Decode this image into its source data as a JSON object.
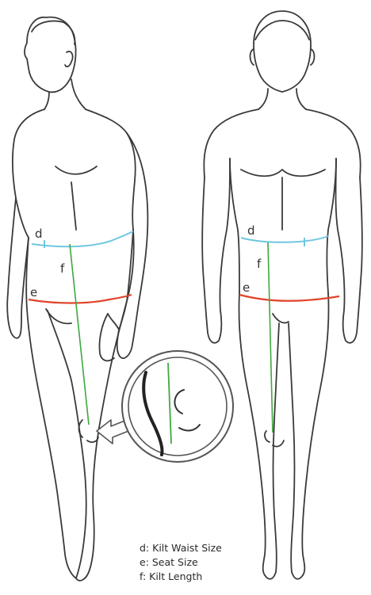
{
  "markers": {
    "waist": "d",
    "seat": "e",
    "length": "f"
  },
  "legend": [
    {
      "key": "d",
      "text": "d: Kilt Waist Size"
    },
    {
      "key": "e",
      "text": "e: Seat Size"
    },
    {
      "key": "f",
      "text": "f: Kilt Length"
    }
  ],
  "colors": {
    "waist_line": "#6ec7e0",
    "seat_line": "#e0442c",
    "length_line": "#3ea83e",
    "outline": "#3a3a3a"
  }
}
